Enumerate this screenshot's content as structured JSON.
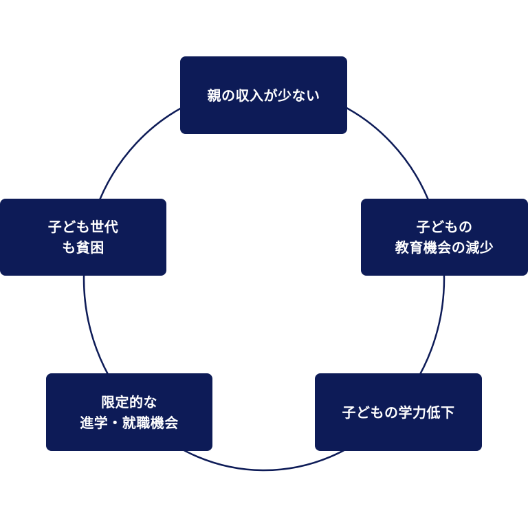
{
  "diagram": {
    "ring_color": "#0d1b57",
    "box_color": "#0d1b57",
    "text_color": "#ffffff",
    "nodes": [
      {
        "lines": [
          "親の収入が少ない"
        ]
      },
      {
        "lines": [
          "子どもの",
          "教育機会の減少"
        ]
      },
      {
        "lines": [
          "子どもの学力低下"
        ]
      },
      {
        "lines": [
          "限定的な",
          "進学・就職機会"
        ]
      },
      {
        "lines": [
          "子ども世代",
          "も貧困"
        ]
      }
    ]
  }
}
